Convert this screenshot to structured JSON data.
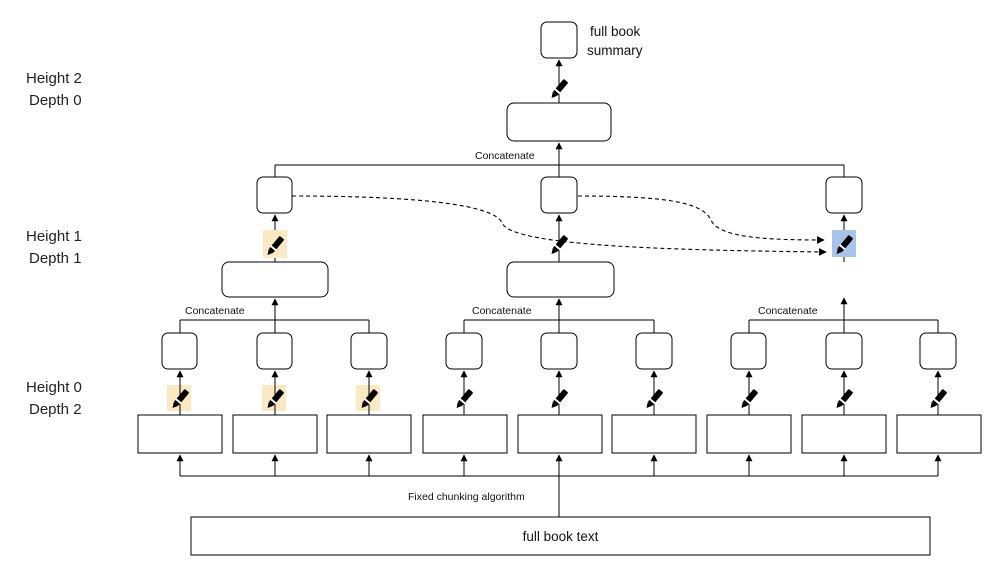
{
  "levels": {
    "h2_height": "Height 2",
    "h2_depth": "Depth 0",
    "h1_height": "Height 1",
    "h1_depth": "Depth 1",
    "h0_height": "Height 0",
    "h0_depth": "Depth 2"
  },
  "labels": {
    "full_book_summary_line1": "full book",
    "full_book_summary_line2": "summary",
    "concatenate": "Concatenate",
    "fixed_chunking": "Fixed chunking algorithm",
    "full_book_text": "full book text"
  },
  "colors": {
    "highlight_yellow": "#FBE9C4",
    "highlight_blue": "#A9C4EB",
    "stroke": "#000000"
  },
  "icons": {
    "summarize": "pen-icon"
  }
}
